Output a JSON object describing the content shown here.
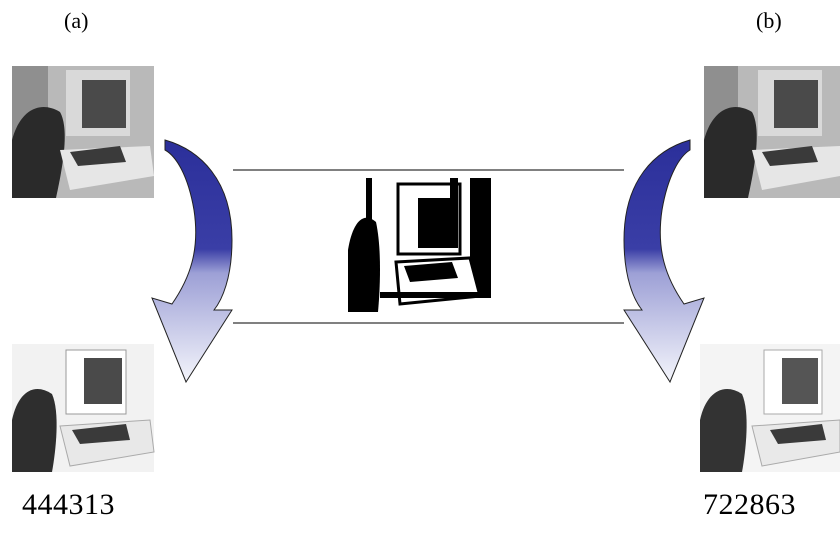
{
  "panels": {
    "a": {
      "label": "(a)",
      "value": "444313"
    },
    "b": {
      "label": "(b)",
      "value": "722863"
    }
  },
  "colors": {
    "arrow_top": "#2b2f9a",
    "arrow_bottom": "#eceef8",
    "line": "#000000"
  }
}
